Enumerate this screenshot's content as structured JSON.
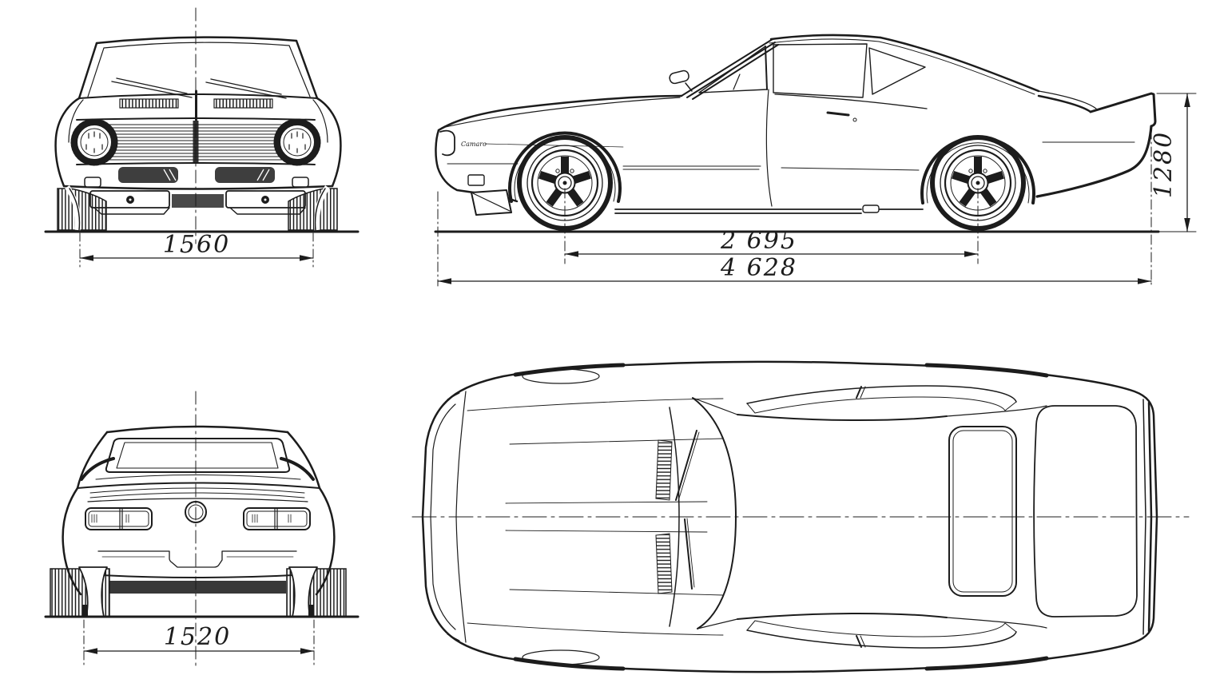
{
  "dimensions": {
    "front_track": "1560",
    "wheelbase": "2 695",
    "overall_length": "4 628",
    "overall_height": "1280",
    "rear_track": "1520"
  },
  "badge": {
    "fender_script": "Camaro"
  },
  "colors": {
    "ink": "#1c1c1c",
    "paper": "#ffffff"
  }
}
